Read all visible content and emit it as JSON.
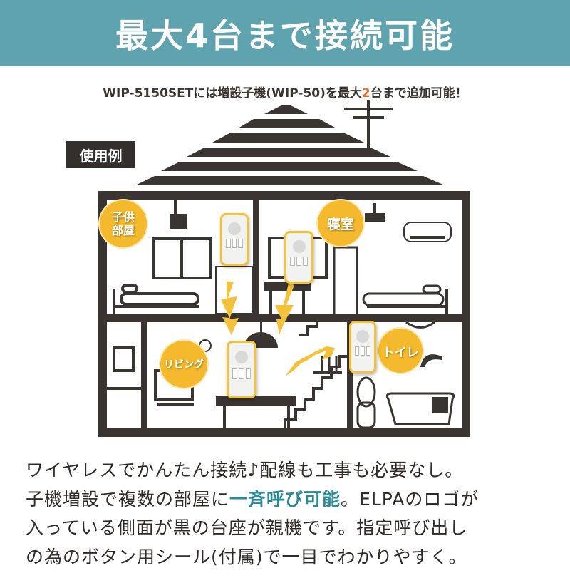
{
  "banner": {
    "title": "最大4台まで接続可能"
  },
  "subtitle": {
    "before": "WIP-5150SETには増設子機(WIP-50)を最大",
    "highlight": "2",
    "after": "台まで追加可能！"
  },
  "usage_tag": "使用例",
  "rooms": [
    {
      "id": "kids-room",
      "label_line1": "子供",
      "label_line2": "部屋"
    },
    {
      "id": "bedroom",
      "label_line1": "寝室",
      "label_line2": ""
    },
    {
      "id": "living",
      "label_line1": "リビング",
      "label_line2": ""
    },
    {
      "id": "toilet",
      "label_line1": "トイレ",
      "label_line2": ""
    }
  ],
  "description": {
    "line1": "ワイヤレスでかんたん接続♪配線も工事も必要なし。",
    "line2_before": "子機増設で複数の部屋に",
    "line2_emphasis": "一斉呼び可能",
    "line2_after": "。ELPAのロゴが",
    "line3": "入っている側面が黒の台座が親機です。指定呼び出し",
    "line4": "の為のボタン用シール(付属)で一目でわかりやすく。"
  },
  "colors": {
    "banner": "#5fa3ae",
    "house": "#3a3533",
    "label_yellow": "#f4b92c",
    "subtitle_highlight": "#e8712a",
    "emphasis_teal": "#2a8a96"
  }
}
